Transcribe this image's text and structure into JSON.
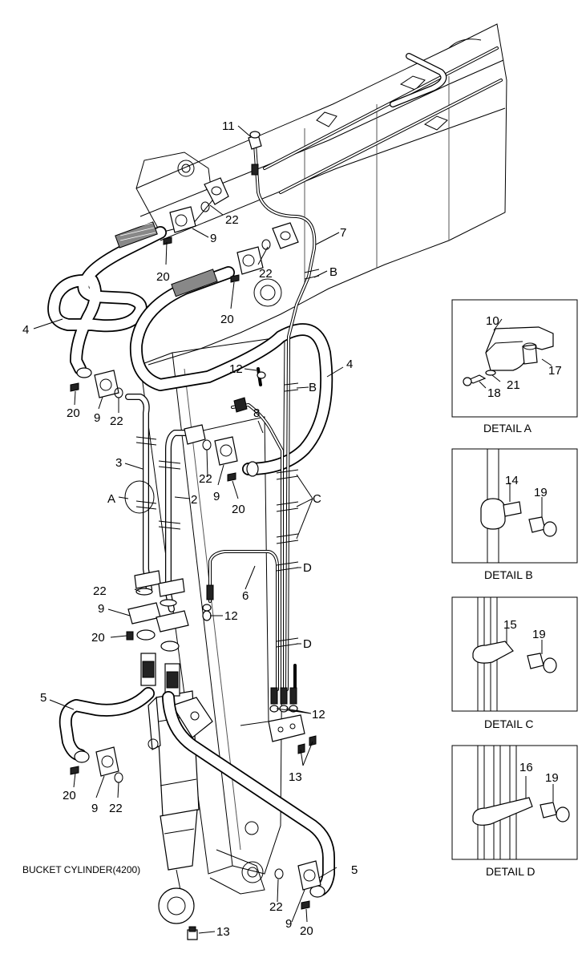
{
  "diagram": {
    "caption": "BUCKET CYLINDER(4200)",
    "callouts": [
      {
        "id": "c11",
        "text": "11"
      },
      {
        "id": "c22a",
        "text": "22"
      },
      {
        "id": "c9a",
        "text": "9"
      },
      {
        "id": "c7",
        "text": "7"
      },
      {
        "id": "c22b",
        "text": "22"
      },
      {
        "id": "c20a",
        "text": "20"
      },
      {
        "id": "cBa",
        "text": "B"
      },
      {
        "id": "c20b",
        "text": "20"
      },
      {
        "id": "c4a",
        "text": "4"
      },
      {
        "id": "c12a",
        "text": "12"
      },
      {
        "id": "c4b",
        "text": "4"
      },
      {
        "id": "cBb",
        "text": "B"
      },
      {
        "id": "c20c",
        "text": "20"
      },
      {
        "id": "c9b",
        "text": "9"
      },
      {
        "id": "c22c",
        "text": "22"
      },
      {
        "id": "c8",
        "text": "8"
      },
      {
        "id": "c3",
        "text": "3"
      },
      {
        "id": "c22d",
        "text": "22"
      },
      {
        "id": "c9c",
        "text": "9"
      },
      {
        "id": "c20d",
        "text": "20"
      },
      {
        "id": "cA",
        "text": "A"
      },
      {
        "id": "c2",
        "text": "2"
      },
      {
        "id": "cC",
        "text": "C"
      },
      {
        "id": "cDa",
        "text": "D"
      },
      {
        "id": "c6",
        "text": "6"
      },
      {
        "id": "c22e",
        "text": "22"
      },
      {
        "id": "c9d",
        "text": "9"
      },
      {
        "id": "c12b",
        "text": "12"
      },
      {
        "id": "c20e",
        "text": "20"
      },
      {
        "id": "cDb",
        "text": "D"
      },
      {
        "id": "c5a",
        "text": "5"
      },
      {
        "id": "c12c",
        "text": "12"
      },
      {
        "id": "c13a",
        "text": "13"
      },
      {
        "id": "c20f",
        "text": "20"
      },
      {
        "id": "c9e",
        "text": "9"
      },
      {
        "id": "c22f",
        "text": "22"
      },
      {
        "id": "c5b",
        "text": "5"
      },
      {
        "id": "c22g",
        "text": "22"
      },
      {
        "id": "c9f",
        "text": "9"
      },
      {
        "id": "c20g",
        "text": "20"
      },
      {
        "id": "c13b",
        "text": "13"
      }
    ]
  },
  "details": [
    {
      "name": "detail-a",
      "caption": "DETAIL A",
      "callouts": [
        "10",
        "17",
        "18",
        "21"
      ]
    },
    {
      "name": "detail-b",
      "caption": "DETAIL B",
      "callouts": [
        "14",
        "19"
      ]
    },
    {
      "name": "detail-c",
      "caption": "DETAIL C",
      "callouts": [
        "15",
        "19"
      ]
    },
    {
      "name": "detail-d",
      "caption": "DETAIL D",
      "callouts": [
        "16",
        "19"
      ]
    }
  ]
}
